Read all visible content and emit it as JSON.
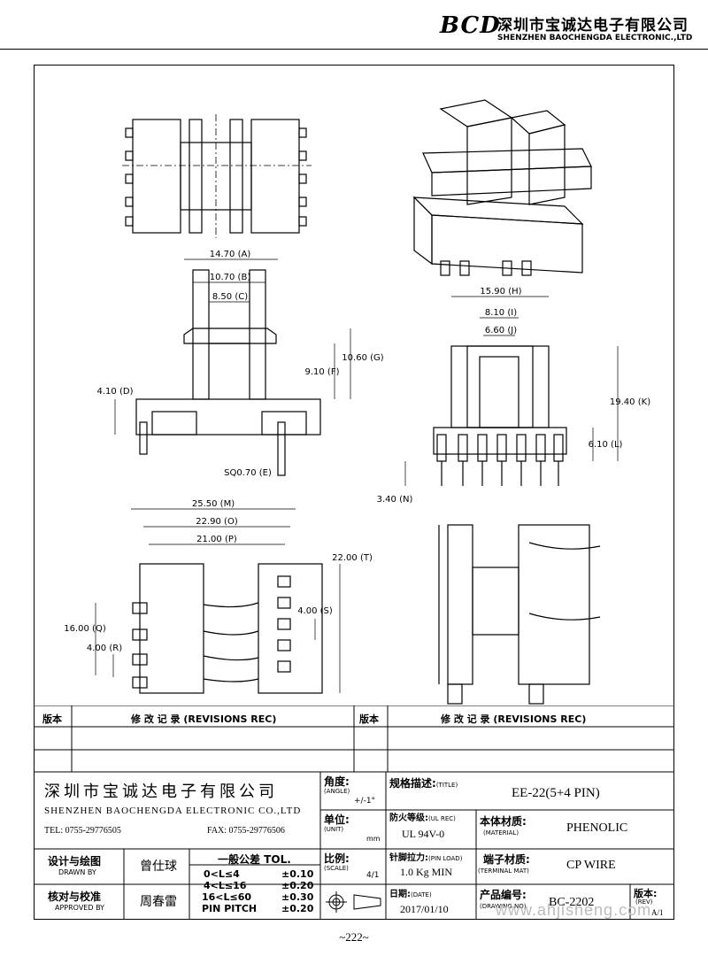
{
  "header": {
    "logo_text": "BCD",
    "company_cn": "深圳市宝诚达电子有限公司",
    "company_en": "SHENZHEN BAOCHENGDA ELECTRONIC.,LTD"
  },
  "dims": {
    "a": "14.70",
    "a_tag": "A",
    "b": "10.70",
    "b_tag": "B",
    "c": "8.50",
    "c_tag": "C",
    "d": "4.10",
    "d_tag": "D",
    "e": "SQ0.70",
    "e_tag": "E",
    "f": "9.10",
    "f_tag": "F",
    "g": "10.60",
    "g_tag": "G",
    "h": "15.90",
    "h_tag": "H",
    "i": "8.10",
    "i_tag": "I",
    "j": "6.60",
    "j_tag": "J",
    "k": "19.40",
    "k_tag": "K",
    "l": "6.10",
    "l_tag": "L",
    "n": "3.40",
    "n_tag": "N",
    "m": "25.50",
    "m_tag": "M",
    "o": "22.90",
    "o_tag": "O",
    "p": "21.00",
    "p_tag": "P",
    "q": "16.00",
    "q_tag": "Q",
    "r": "4.00",
    "r_tag": "R",
    "s": "4.00",
    "s_tag": "S",
    "t": "22.00",
    "t_tag": "T"
  },
  "revisions": {
    "col_a": "版本",
    "col_b": "修 改 记 录  (REVISIONS REC)",
    "col_c": "版本",
    "col_d": "修 改 记 录  (REVISIONS REC)"
  },
  "titleblock": {
    "company_cn": "深圳市宝诚达电子有限公司",
    "company_en": "SHENZHEN BAOCHENGDA ELECTRONIC CO.,LTD",
    "tel": "TEL: 0755-29776505",
    "fax": "FAX: 0755-29776506",
    "angle_cn": "角度:",
    "angle_en": "(ANGLE)",
    "angle_val": "+/-1°",
    "unit_cn": "单位:",
    "unit_en": "(UNIT)",
    "unit_val": "mm",
    "scale_cn": "比例:",
    "scale_en": "(SCALE)",
    "scale_val": "4/1",
    "title_cn": "规格描述:",
    "title_en": "(TITLE)",
    "title_val": "EE-22(5+4 PIN)",
    "ul_cn": "防火等级:",
    "ul_en": "(UL REC)",
    "ul_val": "UL 94V-0",
    "mat_cn": "本体材质:",
    "mat_en": "(MATERIAL)",
    "mat_val": "PHENOLIC",
    "pin_cn": "针脚拉力:",
    "pin_en": "(PIN LOAD)",
    "pin_val": "1.0 Kg MIN",
    "term_cn": "端子材质:",
    "term_en": "(TERMINAL MAT)",
    "term_val": "CP WIRE",
    "date_cn": "日期:",
    "date_en": "(DATE)",
    "date_val": "2017/01/10",
    "dwg_cn": "产品编号:",
    "dwg_en": "(DRAWING NO)",
    "dwg_val": "BC-2202",
    "rev_cn": "版本:",
    "rev_en": "(REV)",
    "rev_val": "A/1",
    "drawn_cn": "设计与绘图",
    "drawn_en": "DRAWN BY",
    "drawn_val": "曾仕球",
    "appr_cn": "核对与校准",
    "appr_en": "APPROVED BY",
    "appr_val": "周春雷",
    "tol_title": "一般公差 TOL.",
    "tol1_l": "0<L≤4",
    "tol1_v": "±0.10",
    "tol2_l": "4<L≤16",
    "tol2_v": "±0.20",
    "tol3_l": "16<L≤60",
    "tol3_v": "±0.30",
    "tol4_l": "PIN PITCH",
    "tol4_v": "±0.20"
  },
  "page_number": "~222~",
  "watermark": "www.ahjisheng.com"
}
